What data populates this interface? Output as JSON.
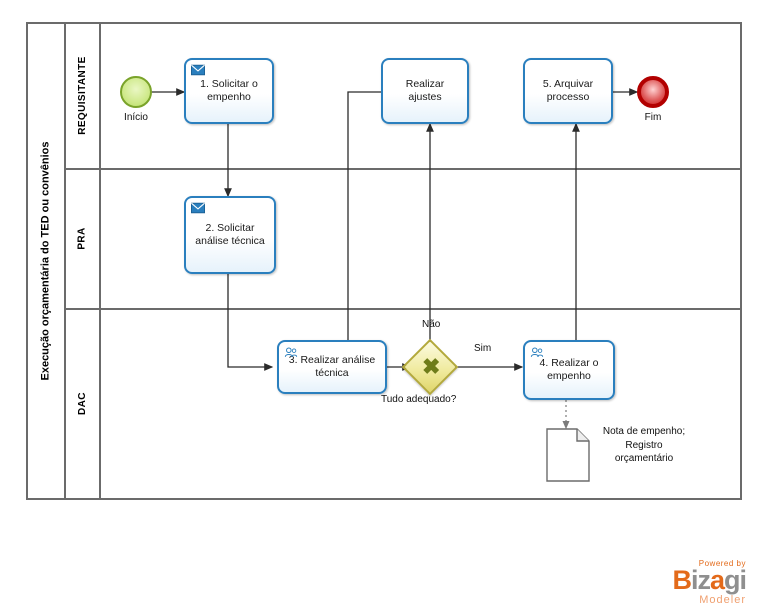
{
  "pool": {
    "title": "Execução orçamentária do TED ou convênios",
    "lanes": [
      {
        "id": "requisitante",
        "label": "REQUISITANTE"
      },
      {
        "id": "pra",
        "label": "PRA"
      },
      {
        "id": "dac",
        "label": "DAC"
      }
    ]
  },
  "events": [
    {
      "id": "start",
      "type": "start-event",
      "label": "Início"
    },
    {
      "id": "end",
      "type": "end-event",
      "label": "Fim"
    }
  ],
  "tasks": [
    {
      "id": "t1",
      "label": "1. Solicitar o empenho",
      "icon": "message-icon",
      "lane": "requisitante"
    },
    {
      "id": "t-ajustes",
      "label": "Realizar ajustes",
      "icon": "none",
      "lane": "requisitante"
    },
    {
      "id": "t5",
      "label": "5. Arquivar processo",
      "icon": "none",
      "lane": "requisitante"
    },
    {
      "id": "t2",
      "label": "2. Solicitar análise técnica",
      "icon": "message-icon",
      "lane": "pra"
    },
    {
      "id": "t3",
      "label": "3. Realizar análise técnica",
      "icon": "user-icon",
      "lane": "dac"
    },
    {
      "id": "t4",
      "label": "4. Realizar  o empenho",
      "icon": "user-icon",
      "lane": "dac"
    }
  ],
  "gateways": [
    {
      "id": "g1",
      "type": "exclusive-gateway",
      "label": "Tudo adequado?"
    }
  ],
  "flow_labels": [
    {
      "id": "nao",
      "text": "Não"
    },
    {
      "id": "sim",
      "text": "Sim"
    }
  ],
  "artifacts": [
    {
      "id": "doc1",
      "type": "data-object",
      "label": "Nota de empenho; Registro orçamentário"
    }
  ],
  "branding": {
    "powered_by": "Powered by",
    "name_b": "B",
    "name_iz": "iz",
    "name_a": "a",
    "name_gi": "gi",
    "sub": "Modeler"
  },
  "colors": {
    "task_border": "#2a7fbe",
    "pool_border": "#6b6b6b",
    "gateway": "#dfd56a",
    "start": "#b6dc63",
    "end": "#cc1111",
    "brand": "#e36a1a"
  }
}
